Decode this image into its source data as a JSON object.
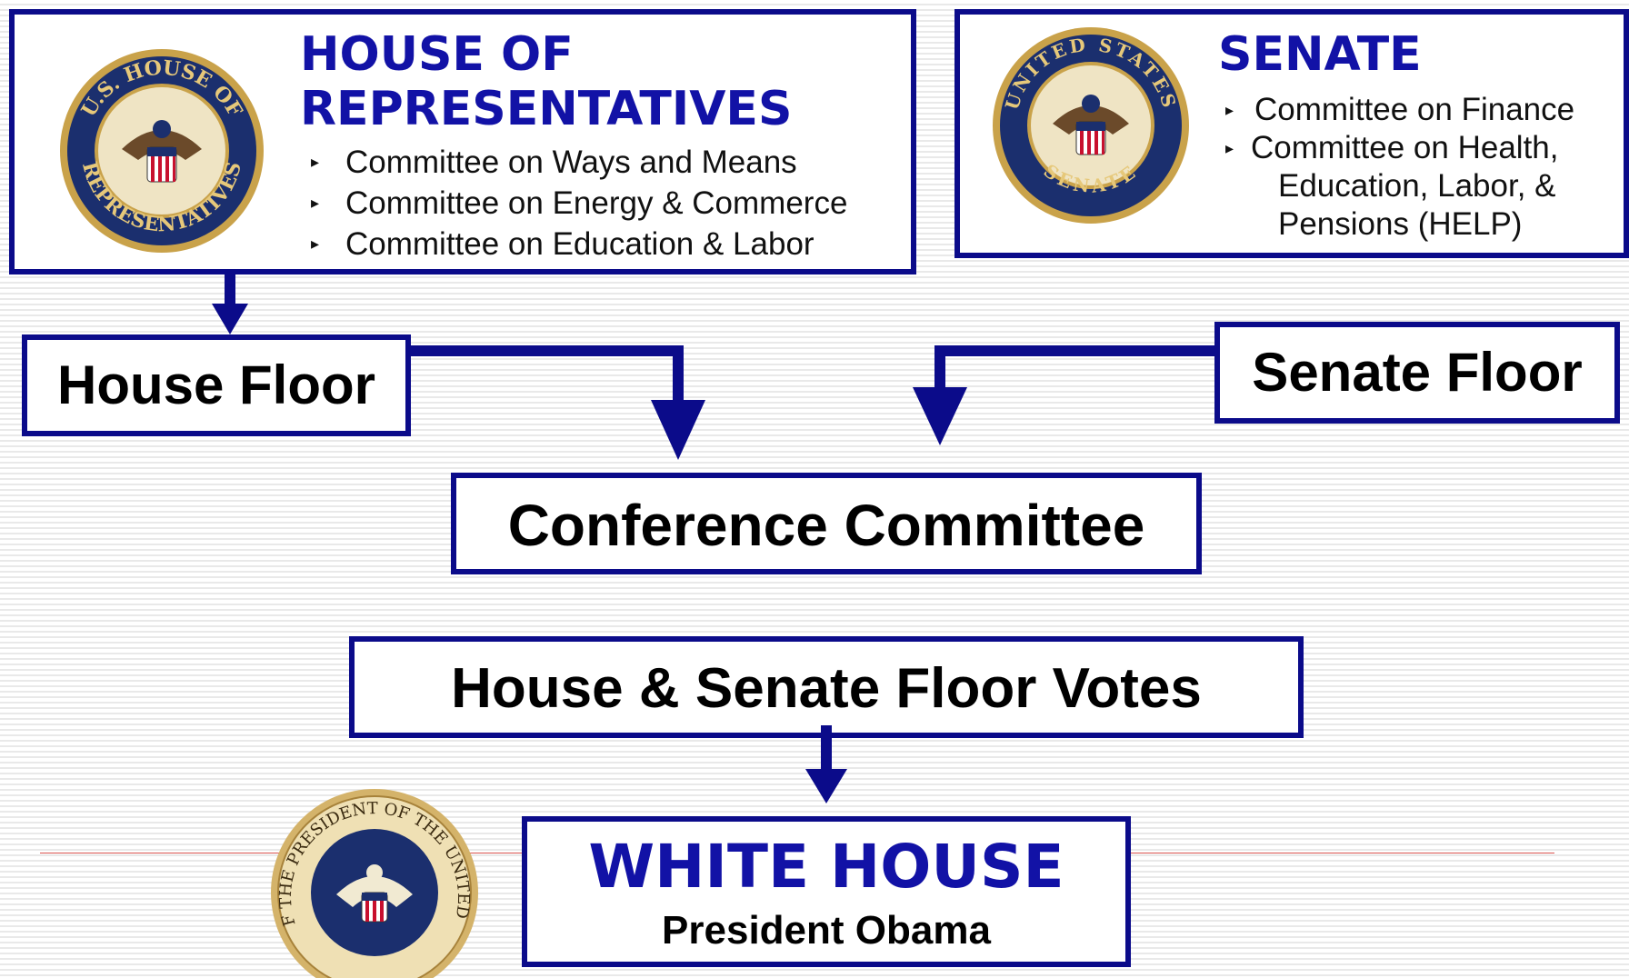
{
  "house": {
    "title_line1": "HOUSE OF",
    "title_line2": "REPRESENTATIVES",
    "committees": [
      "Committee on Ways and Means",
      "Committee on Energy & Commerce",
      "Committee on Education & Labor"
    ],
    "seal_text_top": "U.S. HOUSE OF",
    "seal_text_bottom": "REPRESENTATIVES"
  },
  "senate": {
    "title": "SENATE",
    "committees": [
      "Committee on Finance",
      "Committee on Health,",
      "Education, Labor, &",
      "Pensions (HELP)"
    ],
    "seal_text_top": "UNITED STATES",
    "seal_text_bottom": "SENATE"
  },
  "house_floor": "House Floor",
  "senate_floor": "Senate Floor",
  "conference_committee": "Conference Committee",
  "floor_votes": "House & Senate Floor Votes",
  "white_house": {
    "title": "WHITE HOUSE",
    "subtitle": "President Obama",
    "seal_text": "SEAL OF THE PRESIDENT OF THE UNITED STATES"
  },
  "bullet_glyph": "▸",
  "colors": {
    "navy": "#0b0b8a",
    "heading_blue": "#1212a6",
    "seal_gold": "#c9a24a",
    "seal_blue": "#1b2f6e"
  }
}
